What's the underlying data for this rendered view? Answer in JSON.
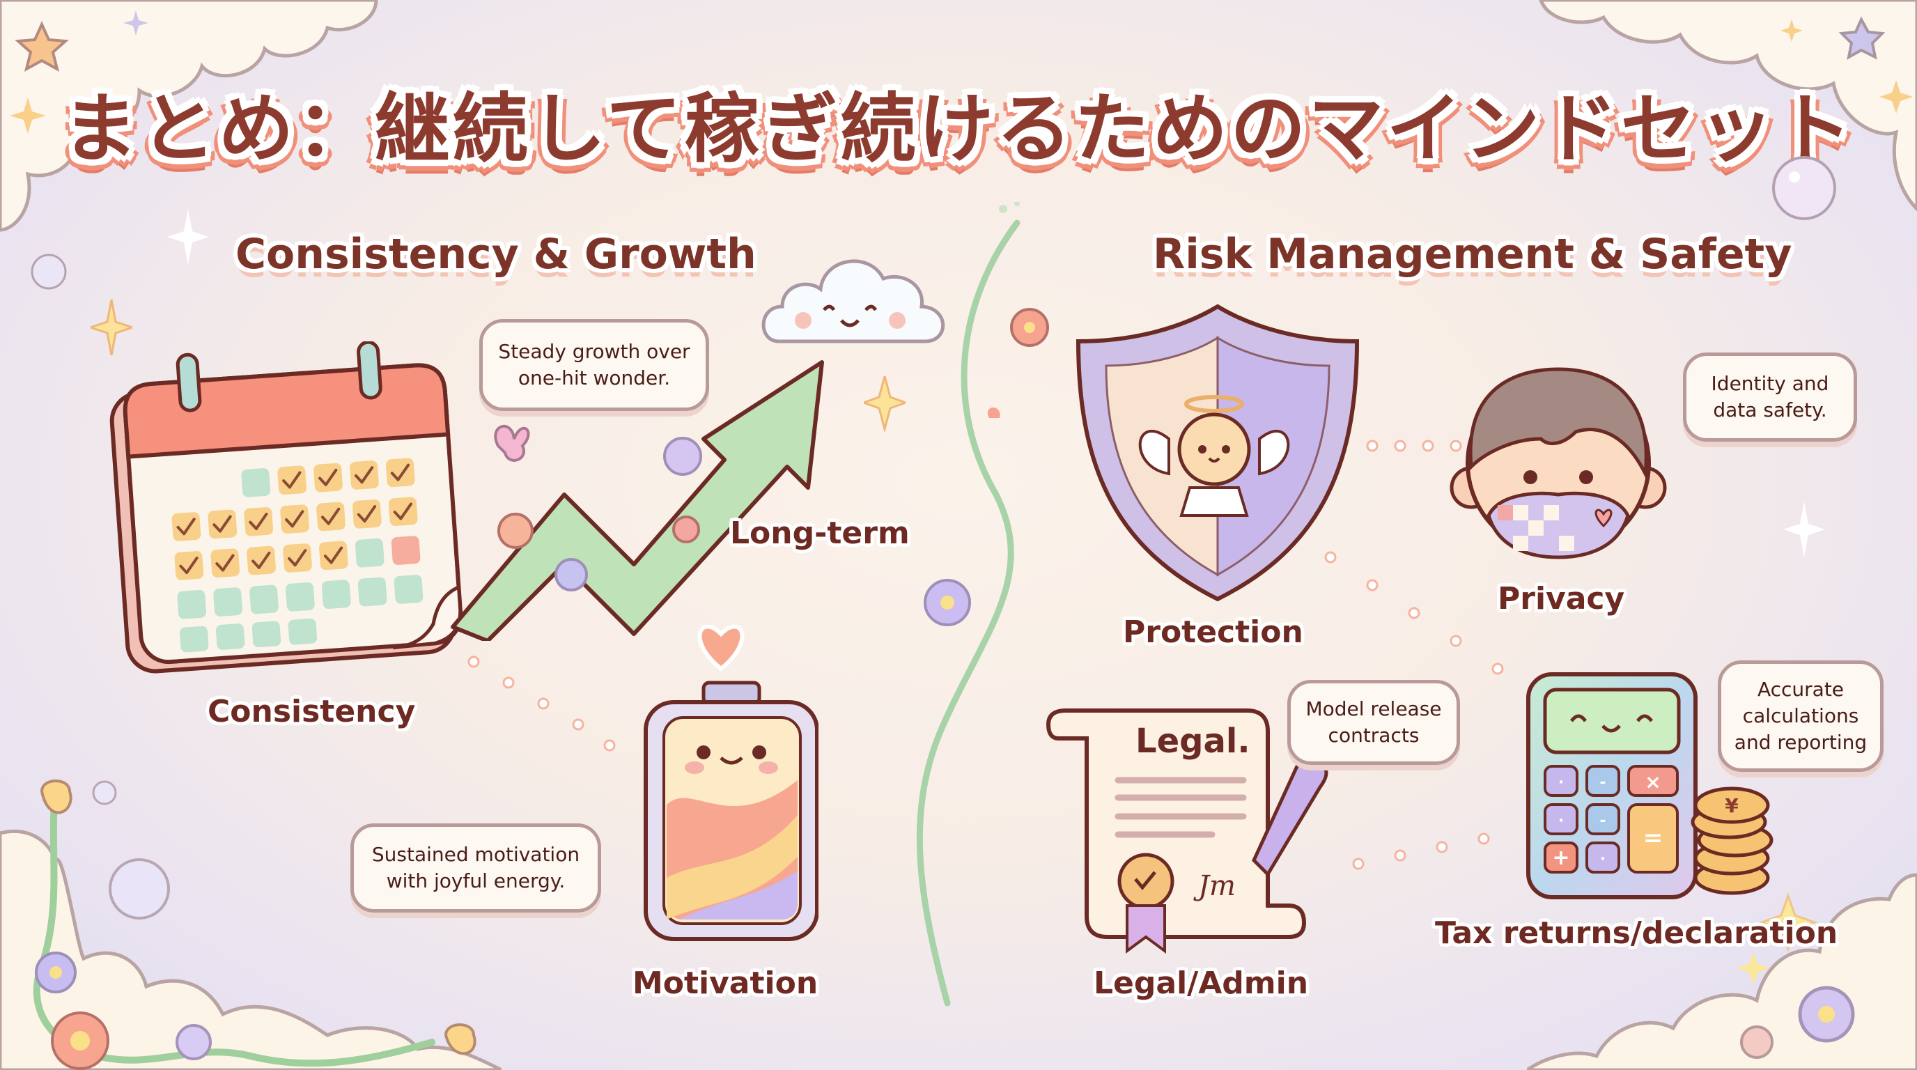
{
  "title": "まとめ：継続して稼ぎ続けるためのマインドセット",
  "sections": {
    "left": {
      "heading": "Consistency & Growth",
      "items": [
        {
          "label": "Consistency",
          "icon": "calendar-icon"
        },
        {
          "label": "Long-term",
          "icon": "growth-arrow-icon"
        },
        {
          "label": "Motivation",
          "icon": "battery-icon"
        }
      ],
      "bubbles": [
        {
          "lines": [
            "Steady growth over",
            "one-hit wonder."
          ]
        },
        {
          "lines": [
            "Sustained motivation",
            "with joyful energy."
          ]
        }
      ]
    },
    "right": {
      "heading": "Risk Management & Safety",
      "items": [
        {
          "label": "Protection",
          "icon": "shield-angel-icon"
        },
        {
          "label": "Privacy",
          "icon": "masked-face-icon"
        },
        {
          "label": "Legal/Admin",
          "icon": "legal-scroll-icon",
          "document_title": "Legal.",
          "signature": "Jm"
        },
        {
          "label": "Tax returns/declaration",
          "icon": "calculator-icon",
          "coin_symbol": "¥"
        }
      ],
      "bubbles": [
        {
          "lines": [
            "Identity and",
            "data safety."
          ]
        },
        {
          "lines": [
            "Model release",
            "contracts"
          ]
        },
        {
          "lines": [
            "Accurate",
            "calculations",
            "and reporting"
          ]
        }
      ]
    }
  },
  "calendar": {
    "rows": [
      [
        "empty",
        "empty",
        "empty",
        "green",
        "check",
        "check",
        "check",
        "check"
      ],
      [
        "check",
        "check",
        "check",
        "check",
        "check",
        "check",
        "check"
      ],
      [
        "check",
        "check",
        "check",
        "check",
        "check",
        "green",
        "red"
      ],
      [
        "green",
        "green",
        "green",
        "green",
        "green",
        "green",
        "green"
      ],
      [
        "green",
        "green",
        "green",
        "green"
      ]
    ]
  },
  "calculator": {
    "keys": [
      "·",
      "-",
      "×",
      "·",
      "-",
      "=",
      "+",
      "·"
    ]
  },
  "colors": {
    "title_text": "#8c3b2e",
    "title_outline": "#f0907a",
    "heading_text": "#7d3428",
    "outline": "#6b2b24",
    "calendar_header": "#f4907f",
    "calendar_check": "#f8d08a",
    "calendar_green": "#bfe3cf",
    "shield_purple": "#c9b4e6",
    "bg_lavender": "#e1ddf0",
    "bg_cream": "#fbf2ea"
  }
}
